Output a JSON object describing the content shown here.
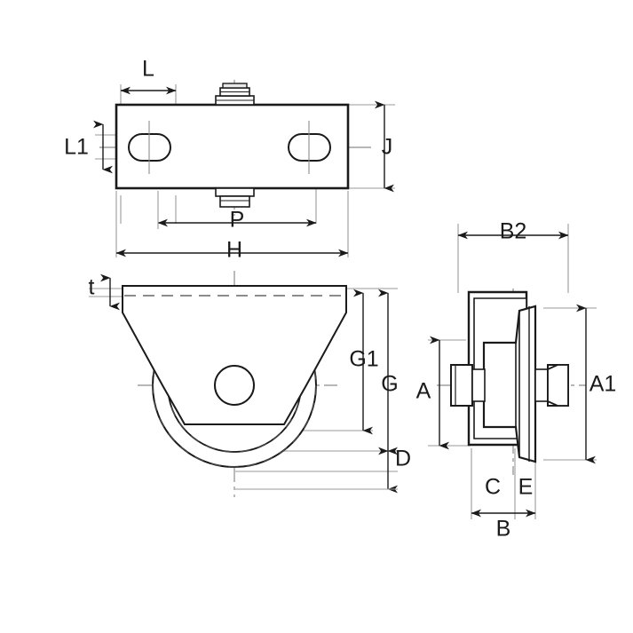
{
  "drawing": {
    "title": "Fixed caster wheel bracket dimensional drawing",
    "background_color": "#ffffff",
    "line_color": "#1a1a1a",
    "center_line_color": "#999999",
    "extension_line_color": "#9a9a9a",
    "views": [
      {
        "name": "top-view",
        "label": ""
      },
      {
        "name": "front-view",
        "label": ""
      },
      {
        "name": "side-view",
        "label": ""
      }
    ]
  },
  "dimensions": {
    "L": "L",
    "L1": "L1",
    "J": "J",
    "P": "P",
    "H": "H",
    "t": "t",
    "G1": "G1",
    "G": "G",
    "D": "D",
    "B2": "B2",
    "A": "A",
    "A1": "A1",
    "C": "C",
    "E": "E",
    "B": "B"
  }
}
